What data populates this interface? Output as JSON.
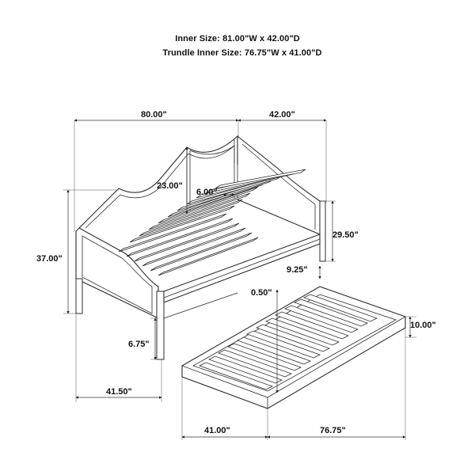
{
  "header": {
    "inner_size": "Inner Size: 81.00\"W x 42.00\"D",
    "trundle_inner_size": "Trundle Inner Size: 76.75\"W x 41.00\"D"
  },
  "dimensions": {
    "daybed_width": "80.00\"",
    "daybed_depth": "42.00\"",
    "back_height": "23.00\"",
    "slat_gap": "6.00\"",
    "arm_height": "29.50\"",
    "total_height": "37.00\"",
    "rail_height": "9.25\"",
    "trundle_gap": "0.50\"",
    "leg_clearance": "6.75\"",
    "trundle_height": "10.00\"",
    "daybed_depth_front": "41.50\"",
    "trundle_depth": "41.00\"",
    "trundle_width": "76.75\""
  }
}
